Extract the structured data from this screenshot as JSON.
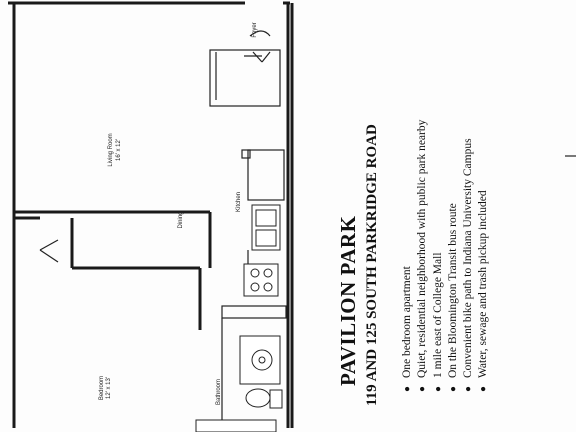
{
  "document": {
    "title": "PAVILION PARK",
    "subtitle": "119 AND 125 SOUTH PARKRIDGE ROAD",
    "features": [
      "One bedroom apartment",
      "Quiet, residential neighborhood with public park nearby",
      "1 mile east of College Mall",
      "On the Bloomington Transit bus route",
      "Convenient bike path to Indiana University Campus",
      "Water, sewage and trash pickup included"
    ]
  },
  "floor_plan": {
    "rooms": {
      "living_room": "Living Room",
      "living_room_size": "16' x 12'",
      "dining": "Dining",
      "kitchen": "Kitchen",
      "bedroom": "Bedroom",
      "bedroom_size": "12' x 13'",
      "bathroom": "Bathroom",
      "foyer": "Foyer"
    }
  }
}
